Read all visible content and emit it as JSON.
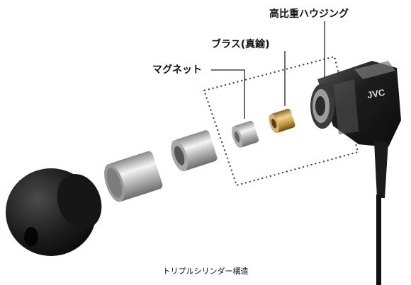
{
  "labels": {
    "housing": "高比重ハウジング",
    "brass": "ブラス(真鍮)",
    "magnet": "マグネット"
  },
  "caption": "トリプルシリンダー構造",
  "brand_text": "JVC",
  "colors": {
    "background": "#ffffff",
    "text": "#111111",
    "eartip": "#1a1a1a",
    "metal": "#c0c0c0",
    "brass": "#c9a04a",
    "housing": "#2a2a2a"
  }
}
